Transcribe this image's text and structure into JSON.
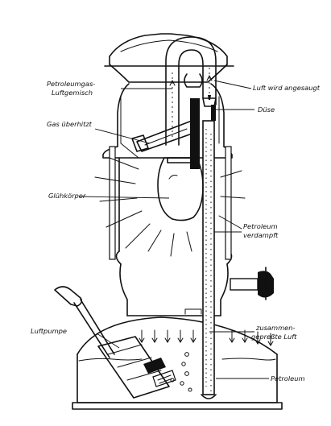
{
  "labels": {
    "mixture_line1": "Petroleumgas-",
    "mixture_line2": "Luftgemisch",
    "air_intake": "Luft wird angesaugt",
    "nozzle": "Düse",
    "gas_heated": "Gas überhitzt",
    "mantle": "Glühkörper",
    "vaporized_line1": "Petroleum",
    "vaporized_line2": "verdampft",
    "air_pump": "Luftpumpe",
    "compressed_line1": "zusammen-",
    "compressed_line2": "gepreßte Luft",
    "kerosene": "Petroleum"
  }
}
